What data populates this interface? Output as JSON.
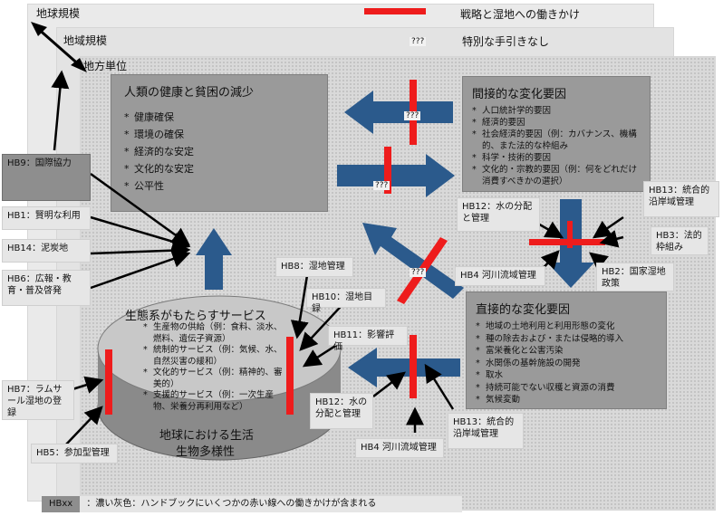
{
  "scales": {
    "global": "地球規模",
    "regional": "地域規模",
    "local": "地方単位"
  },
  "legend": {
    "red_line_label": "戦略と湿地への働きかけ",
    "unknown_label": "特別な手引きなし",
    "unknown_marker": "???",
    "footer_key": "HBxx",
    "footer_text": "：濃い灰色：ハンドブックにいくつかの赤い線への働きかけが含まれる"
  },
  "human_wellbeing": {
    "title": "人類の健康と貧困の減少",
    "items": [
      "健康確保",
      "環境の確保",
      "経済的な安定",
      "文化的な安定",
      "公平性"
    ]
  },
  "indirect_drivers": {
    "title": "間接的な変化要因",
    "items": [
      "人口統計学的要因",
      "経済的要因",
      "社会経済的要因（例：カバナンス、機構的、また法的な枠組み",
      "科学・技術的要因",
      "文化的・宗教的要因（例：何をどれだけ消費すべきかの選択）"
    ]
  },
  "direct_drivers": {
    "title": "直接的な変化要因",
    "items": [
      "地域の土地利用と利用形態の変化",
      "種の除去および・または侵略的導入",
      "富栄養化と公害汚染",
      "水関係の基幹施設の開発",
      "取水",
      "持続可能でない収穫と資源の消費",
      "気候変動"
    ]
  },
  "ecosystem_services": {
    "title": "生態系がもたらすサービス",
    "items": [
      "生産物の供給（例：食料、淡水、燃料、遺伝子資源）",
      "統制的サービス（例：気候、水、自然災害の緩和）",
      "文化的サービス（例：精神的、審美的）",
      "支援的サービス（例：一次生産物、栄養分再利用など）"
    ],
    "base_line1": "地球における生活",
    "base_line2": "生物多様性"
  },
  "handbooks": {
    "hb9": "HB9：国際協力",
    "hb1": "HB1：賢明な利用",
    "hb14": "HB14：泥炭地",
    "hb6": "HB6：広報・教育・普及啓発",
    "hb7": "HB7：ラムサール湿地の登録",
    "hb5": "HB5：参加型管理",
    "hb8": "HB8：湿地管理",
    "hb10": "HB10：湿地目録",
    "hb11": "HB11：影響評価",
    "hb12_top": "HB12：水の分配と管理",
    "hb13_top": "HB13：統合的沿岸域管理",
    "hb3": "HB3：法的枠組み",
    "hb4_top": "HB4 河川流域管理",
    "hb2": "HB2：国家湿地政策",
    "hb12_bottom": "HB12：水の分配と管理",
    "hb13_bottom": "HB13：統合的沿岸域管理",
    "hb4_bottom": "HB4 河川流域管理"
  },
  "colors": {
    "strategy_red": "#ee1c1c",
    "arrow_blue": "#2b5a8c",
    "panel_gray": "#9a9a9a"
  }
}
